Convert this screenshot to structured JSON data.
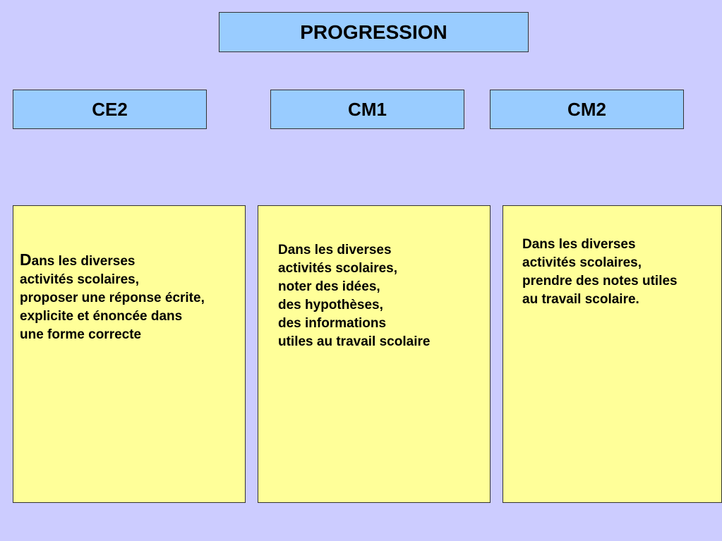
{
  "title": "PROGRESSION",
  "columns": [
    {
      "level": "CE2",
      "lines": [
        "Dans les diverses",
        "activités scolaires,",
        "proposer une réponse écrite,",
        "explicite et énoncée dans",
        "une forme correcte"
      ]
    },
    {
      "level": "CM1",
      "lines": [
        "Dans les diverses",
        "activités scolaires,",
        "noter des idées,",
        "des hypothèses,",
        "des informations",
        "utiles au travail scolaire"
      ]
    },
    {
      "level": "CM2",
      "lines": [
        "Dans les diverses",
        "activités scolaires,",
        "prendre des notes utiles",
        "au travail scolaire."
      ]
    }
  ],
  "colors": {
    "background": "#ccccff",
    "header_fill": "#99ccff",
    "content_fill": "#ffff99",
    "border": "#333333"
  }
}
